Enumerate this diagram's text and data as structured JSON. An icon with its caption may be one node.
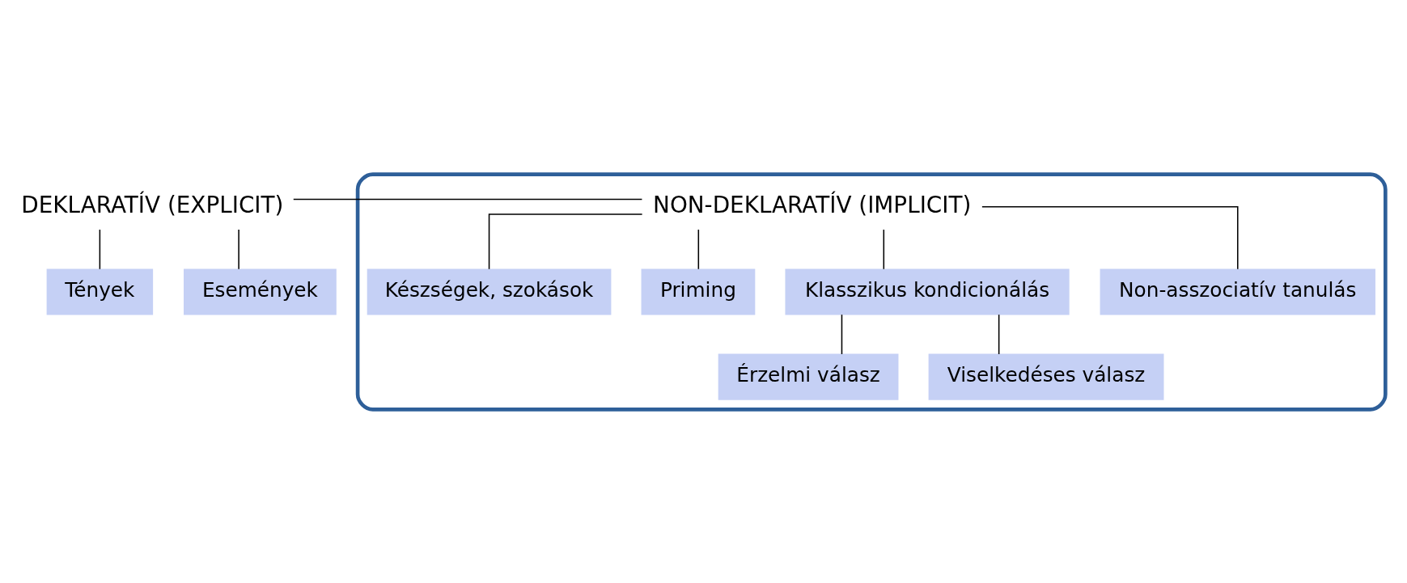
{
  "diagram": {
    "nodes": [
      {
        "text": [
          "DEKLARATÍV (EXPLICIT)"
        ]
      },
      {
        "text": [
          "Tények"
        ]
      },
      {
        "text": [
          "Események"
        ]
      },
      {
        "text": [],
        "shape": "ellipse"
      },
      {
        "text": [
          "NON-DEKLARATÍV (IMPLICIT)"
        ],
        "in": 3
      },
      {
        "text": [
          "Készségek, szokások"
        ],
        "in": 3
      },
      {
        "text": [
          "Priming"
        ],
        "in": 3
      },
      {
        "text": [
          "Klasszikus kondicionálás"
        ],
        "in": 3
      },
      {
        "text": [
          "Non-asszociatív tanulás"
        ],
        "in": 3
      },
      {
        "text": [
          "Érzelmi válasz"
        ],
        "in": 3
      },
      {
        "text": [
          "Viselkedéses válasz"
        ],
        "in": 3
      }
    ],
    "edges": [
      {
        "from": 0,
        "to": 4,
        "arrow": "none"
      },
      {
        "from": 0,
        "to": 1,
        "arrow": "none"
      },
      {
        "from": 0,
        "to": 2,
        "arrow": "none"
      },
      {
        "from": 4,
        "to": 5,
        "arrow": "none"
      },
      {
        "from": 4,
        "to": 6,
        "arrow": "none"
      },
      {
        "from": 4,
        "to": 7,
        "arrow": "none"
      },
      {
        "from": 4,
        "to": 8,
        "arrow": "none"
      },
      {
        "from": 7,
        "to": 9,
        "arrow": "none"
      },
      {
        "from": 7,
        "to": 10,
        "arrow": "none"
      }
    ]
  }
}
